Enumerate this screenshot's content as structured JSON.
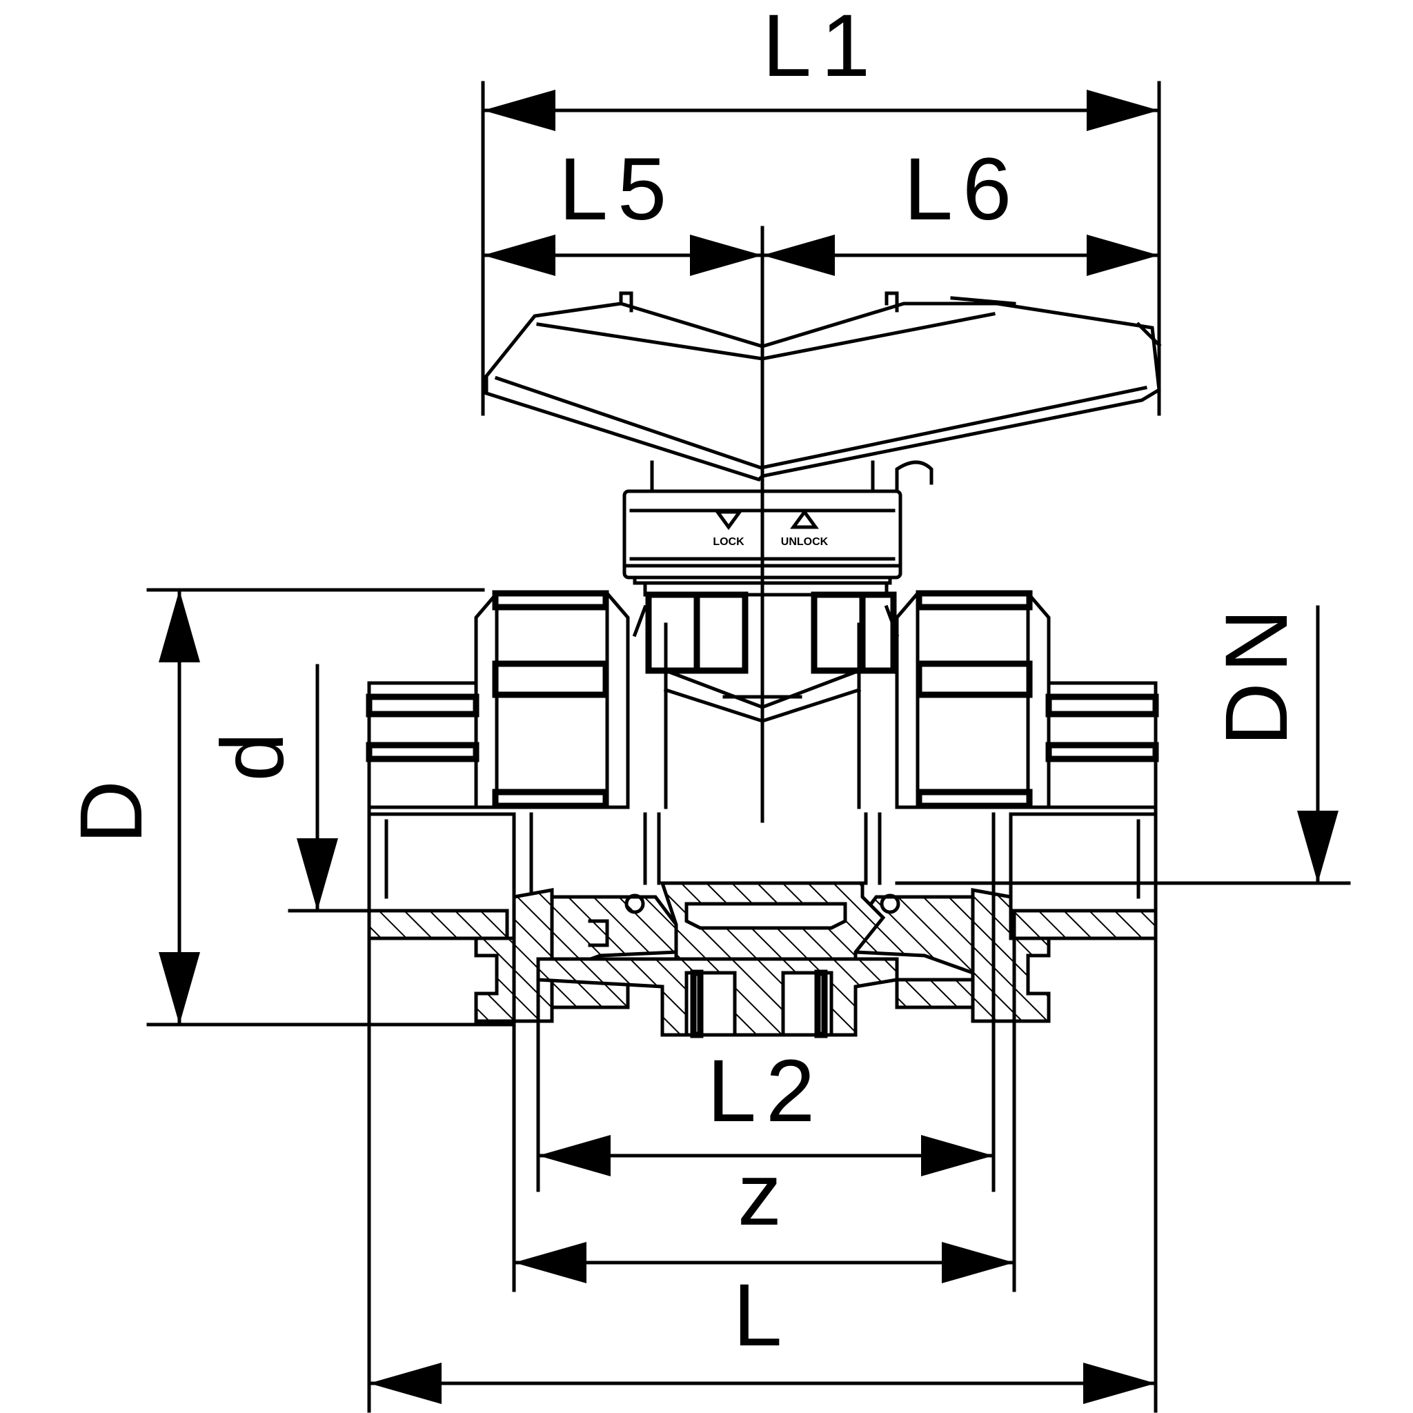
{
  "dimensions": {
    "L1": "L1",
    "L5": "L5",
    "L6": "L6",
    "D": "D",
    "d": "d",
    "DN": "DN",
    "L2": "L2",
    "z": "z",
    "L": "L"
  },
  "handle_markings": {
    "lock": "LOCK",
    "unlock": "UNLOCK"
  }
}
